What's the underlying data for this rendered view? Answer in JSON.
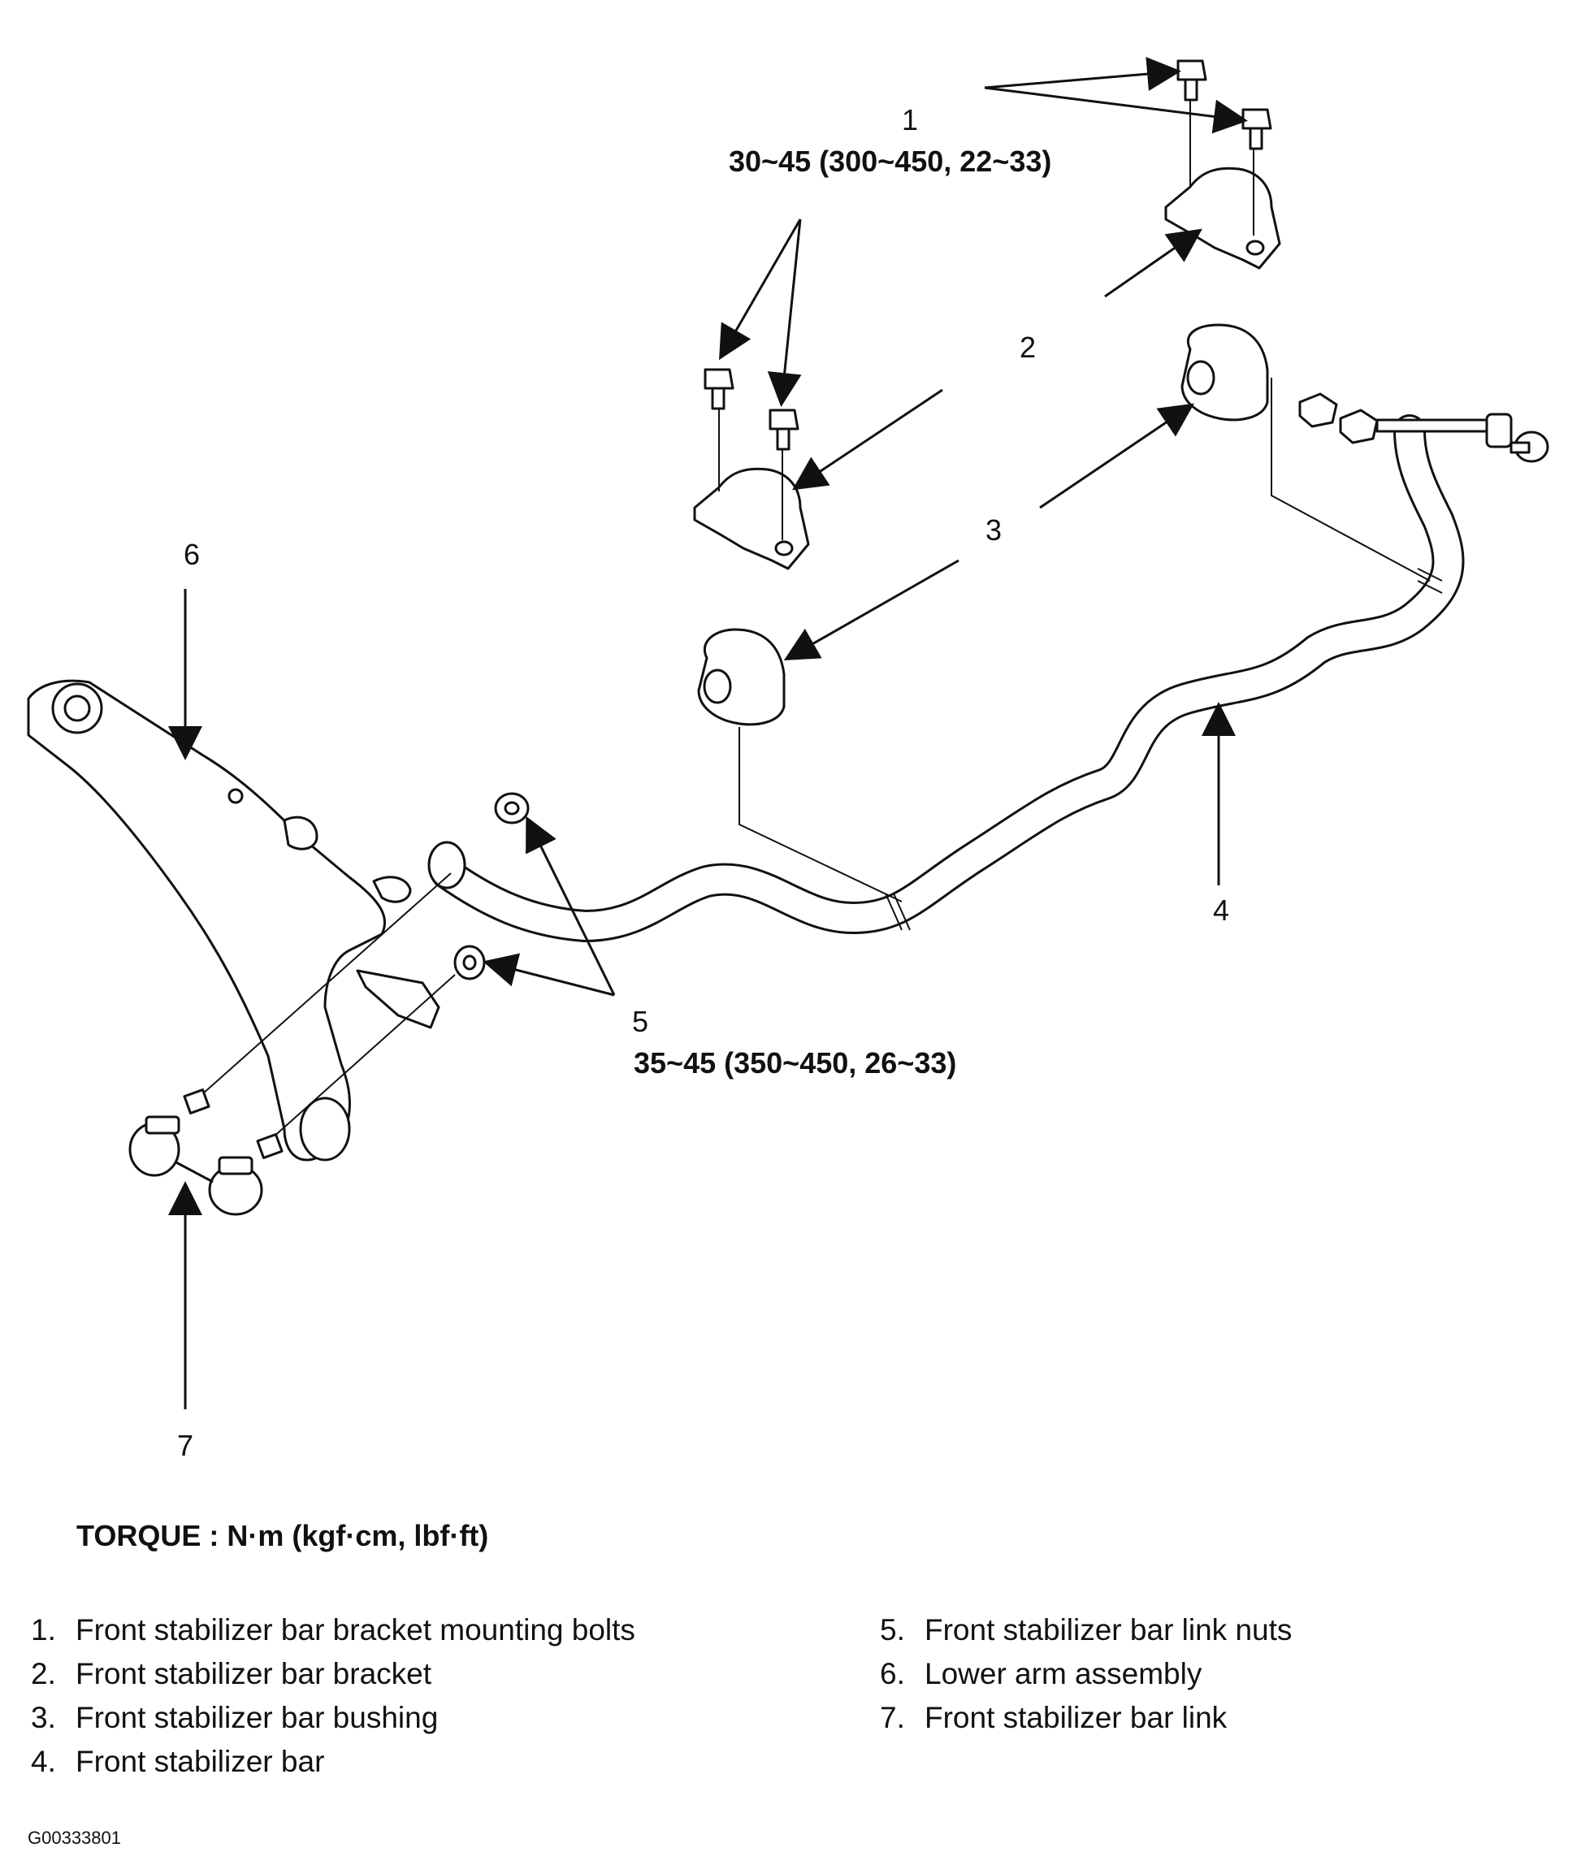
{
  "callouts": {
    "c1": "1",
    "c2": "2",
    "c3": "3",
    "c4": "4",
    "c5": "5",
    "c6": "6",
    "c7": "7"
  },
  "torque_values": {
    "bracket_bolts": "30~45 (300~450, 22~33)",
    "link_nuts": "35~45 (350~450, 26~33)"
  },
  "torque_heading": "TORQUE : N·m (kgf·cm, lbf·ft)",
  "legend": {
    "left": [
      {
        "num": "1.",
        "label": "Front stabilizer bar bracket mounting bolts"
      },
      {
        "num": "2.",
        "label": "Front stabilizer bar bracket"
      },
      {
        "num": "3.",
        "label": "Front stabilizer bar bushing"
      },
      {
        "num": "4.",
        "label": "Front stabilizer bar"
      }
    ],
    "right": [
      {
        "num": "5.",
        "label": "Front stabilizer bar link nuts"
      },
      {
        "num": "6.",
        "label": "Lower arm assembly"
      },
      {
        "num": "7.",
        "label": "Front stabilizer bar link"
      }
    ]
  },
  "figure_id": "G00333801"
}
